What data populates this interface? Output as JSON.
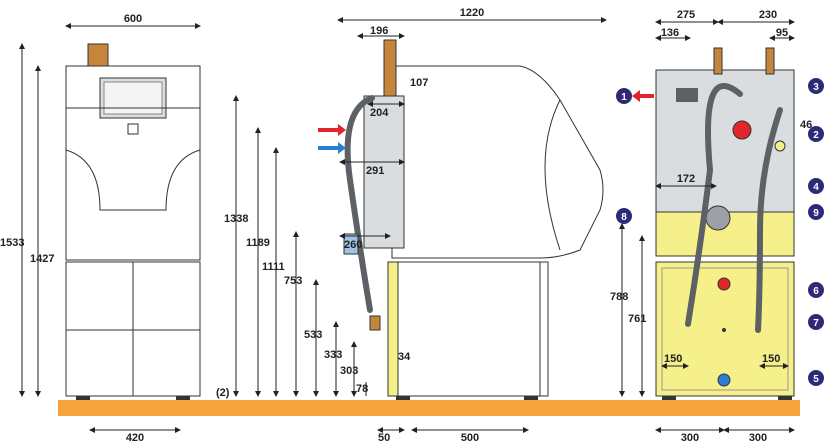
{
  "colors": {
    "floor": "#f5a33a",
    "unit_fill": "#ffffff",
    "unit_stroke": "#333333",
    "panel_grey": "#d9dde0",
    "tank_yellow": "#f6f08a",
    "hose": "#5d6166",
    "marker": "#2f2a78",
    "pipe_copper": "#c7843c",
    "arrow_red": "#e0262b",
    "arrow_blue": "#2a7fd4"
  },
  "front_view": {
    "width_top": "600",
    "height_total": "1533",
    "height_body": "1427",
    "foot_spacing": "420",
    "foot_note": "(2)"
  },
  "side_view": {
    "depth": "1220",
    "dims": {
      "d196": "196",
      "d107": "107",
      "d204": "204",
      "d291": "291",
      "d260": "260",
      "h1338": "1338",
      "h1189": "1189",
      "h1111": "1111",
      "h753": "753",
      "h533": "533",
      "h333": "333",
      "h303": "303",
      "h78": "78",
      "d34": "34",
      "d50": "50",
      "d500": "500"
    }
  },
  "rear_view": {
    "dims": {
      "d275": "275",
      "d230": "230",
      "d136": "136",
      "d95": "95",
      "d46": "46",
      "d172": "172",
      "h788": "788",
      "h761": "761",
      "d150_left": "150",
      "d150_right": "150",
      "d300_left": "300",
      "d300_right": "300"
    },
    "markers": [
      "1",
      "2",
      "3",
      "4",
      "5",
      "6",
      "7",
      "8",
      "9"
    ]
  }
}
